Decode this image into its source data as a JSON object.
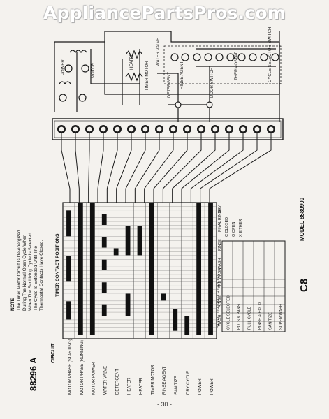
{
  "watermark": "AppliancePartsPros.com",
  "model_label": "MODEL 8589900",
  "model_code": "C8",
  "part_number": "88296 A",
  "page_number": "- 30 -",
  "note": {
    "heading": "NOTE",
    "lines": [
      "The Timer Motor Circuit Is De-energized",
      "During The Normal Open Cycle When",
      "When The Sanitizing Cycle Is Selected",
      "The Cycle Is Extended Until The",
      "Thermostat Contacts Have Closed."
    ]
  },
  "timer_chart": {
    "header": "TIMER CONTACT POSITIONS",
    "circuit_header": "CIRCUIT",
    "rows": [
      "MOTOR PHASE (STARTING)",
      "MOTOR PHASE (RUNNING)",
      "MOTOR POWER",
      "WATER VALVE",
      "DETERGENT",
      "HEATER",
      "HEATER",
      "TIMER MOTOR",
      "RINSE AGENT",
      "SANITIZE",
      "DRY CYCLE",
      "POWER",
      "POWER"
    ],
    "phases": [
      "DRY",
      "FINAL RINSE",
      "RINSE",
      "WASH",
      "PRE WASH",
      "RINSE",
      "WASH"
    ]
  },
  "switch_table": {
    "title": "SELECTOR SWITCH CIRCUIT",
    "rows": [
      "CYCLE SELECTED",
      "POTS & PANS",
      "FULL CYCLE",
      "RINSE & HOLD",
      "SANITIZE",
      "SUPER WASH"
    ],
    "legend": [
      "C CLOSED",
      "O OPEN",
      "X EITHER"
    ]
  },
  "schematic": {
    "labels": [
      "POWER",
      "MOTOR",
      "HEATER",
      "TIMER MOTOR",
      "WATER VALVE",
      "DETERGENT",
      "RINSE AGENT",
      "DOOR SWITCH",
      "THERMOSTAT",
      "CYCLE SELECTOR SWITCH"
    ]
  }
}
